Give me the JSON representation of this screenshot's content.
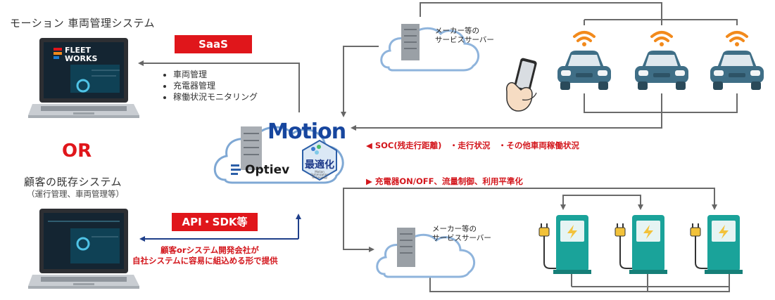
{
  "left": {
    "title_motion": "モーション 車両管理システム",
    "title_existing": "顧客の既存システム",
    "subtitle_existing": "（運行管理、車両管理等）",
    "or_label": "OR",
    "laptop_brand_line1": "FLEET",
    "laptop_brand_line2": "WORKS"
  },
  "middle": {
    "saas_label": "SaaS",
    "features": [
      "車両管理",
      "充電器管理",
      "稼働状況モニタリング"
    ],
    "api_label": "API・SDK等",
    "api_note_line1": "顧客orシステム開発会社が",
    "api_note_line2": "自社システムに容易に組込める形で提供"
  },
  "center": {
    "motion_logo": "Motion",
    "optiev_logo": "Optiev",
    "saitekika": "最適化",
    "tiny_line1": "Motion",
    "tiny_line2": "Optimization",
    "tiny_line3": "Technology"
  },
  "right": {
    "server_label_line1": "メーカー等の",
    "server_label_line2": "サービスサーバー",
    "soc_text": "◀ SOC(残走行距離)　・走行状況　・その他車両稼働状況",
    "charger_text": "▶ 充電器ON/OFF、流量制御、利用平準化"
  },
  "colors": {
    "accent_red": "#e0161b",
    "car_body": "#3f6e86",
    "charger_body": "#1aa39a",
    "wifi_orange": "#f28a1c",
    "logo_blue": "#17469e"
  }
}
